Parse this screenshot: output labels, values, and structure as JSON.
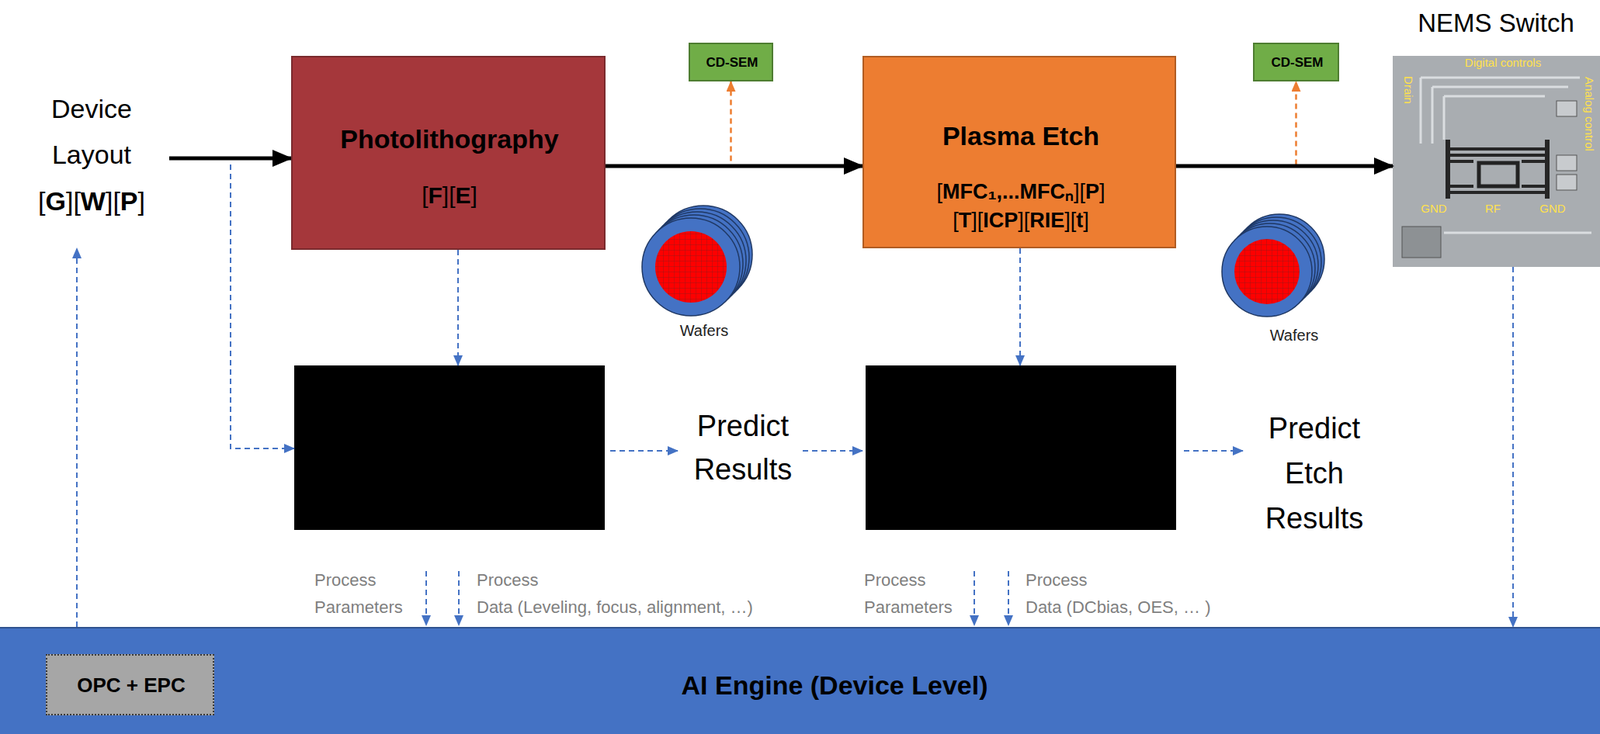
{
  "diagram": {
    "nodes": [
      {
        "text": [
          "Device Layout",
          "[G][W][P]"
        ]
      },
      {
        "text": [
          "Photolithography",
          "[F][E]"
        ]
      },
      {
        "text": [
          "CD-SEM"
        ]
      },
      {
        "text": [
          "Plasma Etch",
          "[MFC₁,...MFCₙ][P] [T][ICP][RIE][t]"
        ]
      },
      {
        "text": [
          "CD-SEM"
        ]
      },
      {
        "text": [
          "NEMS Switch"
        ]
      },
      {
        "text": [
          "AI Engine (Device Level)"
        ]
      },
      {
        "text": [
          "OPC + EPC"
        ],
        "in": 6
      }
    ],
    "edges": [
      {
        "from": 0,
        "to": 1,
        "arrow": "to"
      },
      {
        "from": 1,
        "to": 2,
        "arrow": "to"
      },
      {
        "from": 1,
        "to": 3,
        "arrow": "to"
      },
      {
        "from": 3,
        "to": 4,
        "arrow": "to"
      },
      {
        "from": 3,
        "to": 5,
        "arrow": "to"
      },
      {
        "from": 5,
        "to": 6,
        "arrow": "to"
      },
      {
        "from": 6,
        "to": 0,
        "arrow": "to"
      }
    ],
    "labels": [
      "Wafers",
      "Wafers",
      "Predict Results",
      "Predict Etch Results",
      "Process Parameters",
      "Process Data (Leveling, focus, alignment, …)",
      "Process Parameters",
      "Process Data (DCbias, OES, … )",
      "Drain",
      "Digital controls",
      "Analog control",
      "GND",
      "RF",
      "GND"
    ]
  }
}
